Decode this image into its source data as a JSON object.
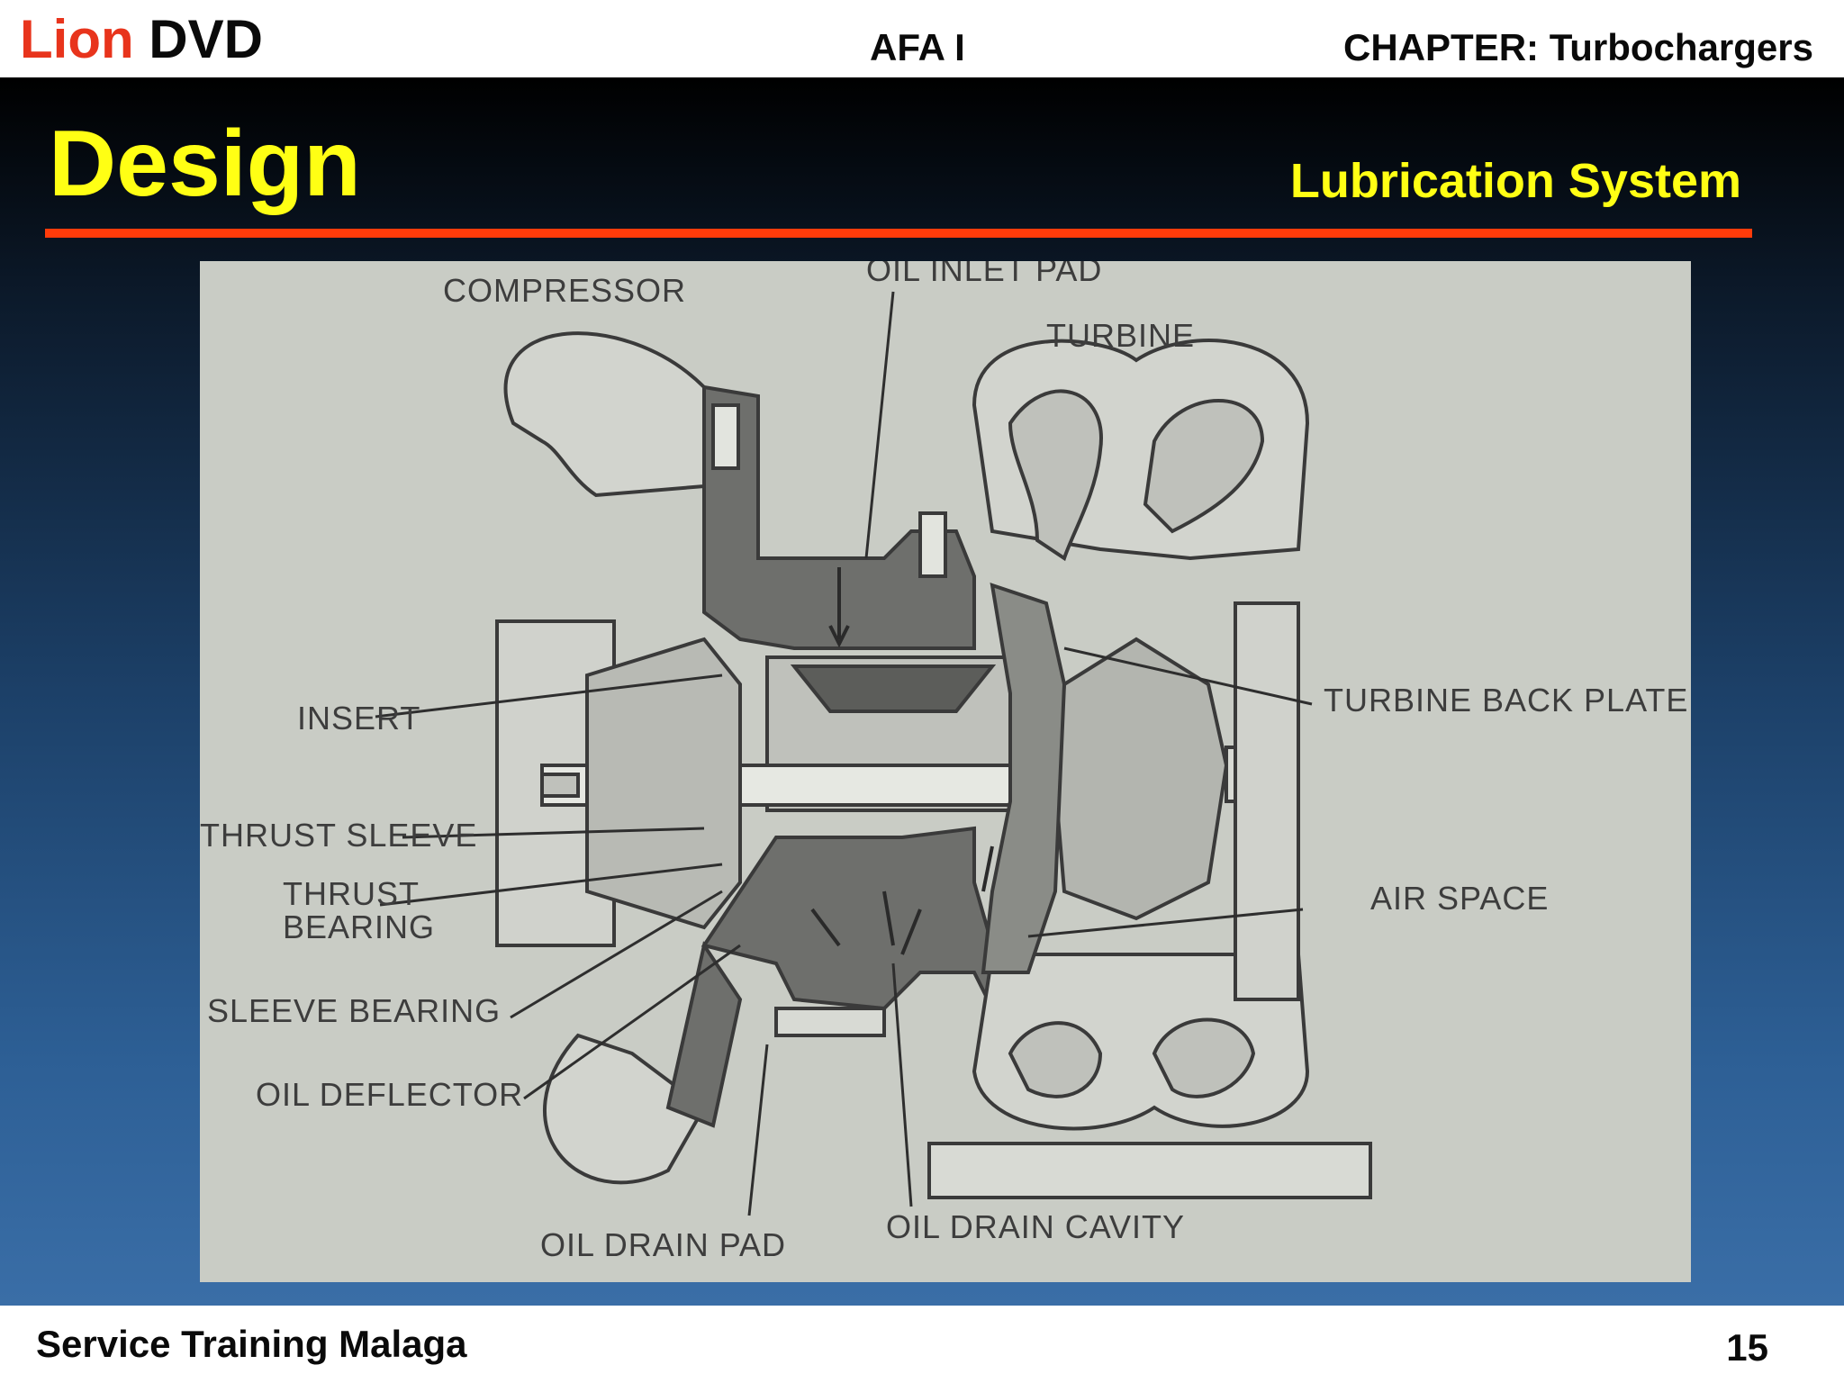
{
  "header": {
    "brand_word1": "Lion",
    "brand_word2": "DVD",
    "course": "AFA I",
    "chapter": "CHAPTER: Turbochargers"
  },
  "slide": {
    "title": "Design",
    "subtitle": "Lubrication System"
  },
  "diagram": {
    "labels": {
      "compressor": "COMPRESSOR",
      "oil_inlet_pad": "OIL INLET PAD",
      "turbine": "TURBINE",
      "insert": "INSERT",
      "turbine_back_plate": "TURBINE BACK PLATE",
      "thrust_sleeve": "THRUST SLEEVE",
      "thrust_bearing_line1": "THRUST",
      "thrust_bearing_line2": "BEARING",
      "air_space": "AIR SPACE",
      "sleeve_bearing": "SLEEVE BEARING",
      "oil_deflector": "OIL DEFLECTOR",
      "oil_drain_pad": "OIL DRAIN PAD",
      "oil_drain_cavity": "OIL DRAIN CAVITY"
    }
  },
  "footer": {
    "organization": "Service Training Malaga",
    "page_number": "15"
  },
  "colors": {
    "brand_accent": "#e8341c",
    "title_yellow": "#ffff14",
    "rule_orange": "#ff3b0a"
  }
}
